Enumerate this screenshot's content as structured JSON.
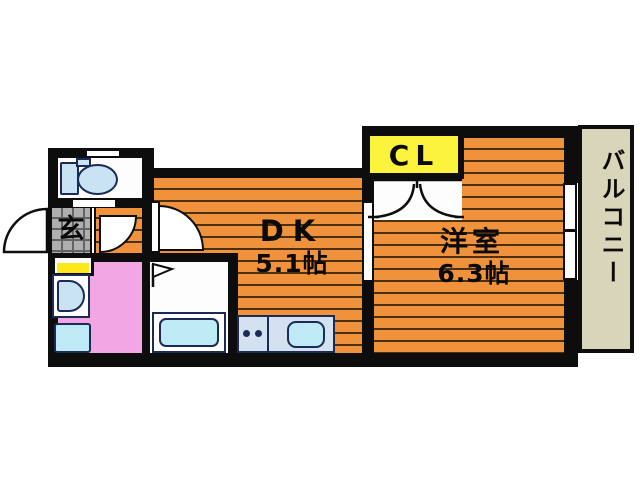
{
  "colors": {
    "wall": "#0d0d0d",
    "floor": "#f0913c",
    "floor-line": "#4a2f10",
    "pink": "#f2a6e4",
    "step-yellow": "#ffe81a",
    "closet-yellow": "#fbf33c",
    "balcony": "#d9d5ba",
    "fixture-fill": "#c9e2f4",
    "fixture-cyan": "#bdeaf4",
    "fixture-outline": "#1b2b55",
    "tile": "#afafaf",
    "tile-line": "#636363",
    "counter": "#d3e1f0"
  },
  "rooms": {
    "dk": {
      "label": "DK",
      "size": "5.1帖"
    },
    "western": {
      "label": "洋室",
      "size": "6.3帖"
    },
    "closet": {
      "label": "CL"
    },
    "entrance": {
      "label": "玄"
    },
    "balcony": {
      "label": "バルコニー"
    }
  }
}
